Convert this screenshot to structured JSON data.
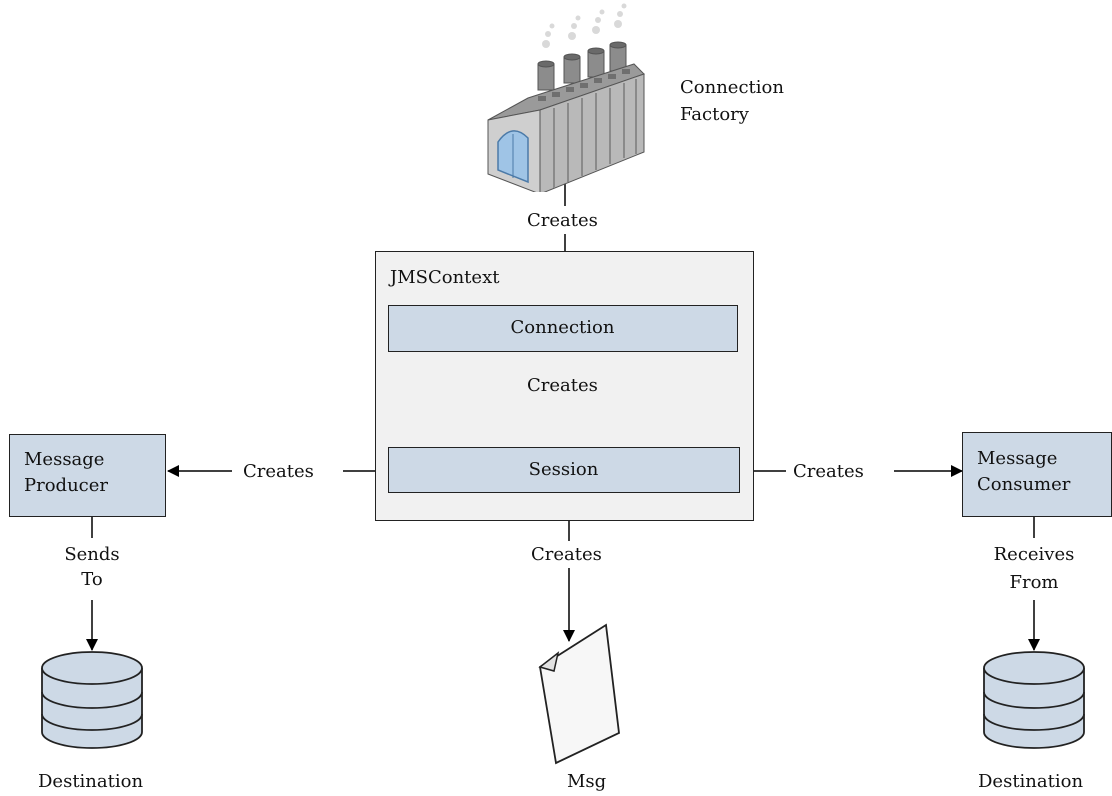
{
  "factory": {
    "label_line1": "Connection",
    "label_line2": "Factory"
  },
  "context": {
    "title": "JMSContext"
  },
  "connection": {
    "label": "Connection"
  },
  "session": {
    "label": "Session"
  },
  "producer": {
    "line1": "Message",
    "line2": "Producer"
  },
  "consumer": {
    "line1": "Message",
    "line2": "Consumer"
  },
  "edges": {
    "factory_creates": "Creates",
    "connection_creates": "Creates",
    "session_creates_producer": "Creates",
    "session_creates_consumer": "Creates",
    "session_creates_msg": "Creates",
    "sends_line1": "Sends",
    "sends_line2": "To",
    "receives_line1": "Receives",
    "receives_line2": "From"
  },
  "msg": {
    "label": "Msg"
  },
  "destinations": {
    "left": "Destination",
    "right": "Destination"
  },
  "colors": {
    "box_fill": "#cdd9e6",
    "context_fill": "#f1f1f1",
    "stroke": "#222222"
  },
  "icons": {
    "factory": "factory-icon",
    "message": "document-icon",
    "destination": "database-icon"
  }
}
